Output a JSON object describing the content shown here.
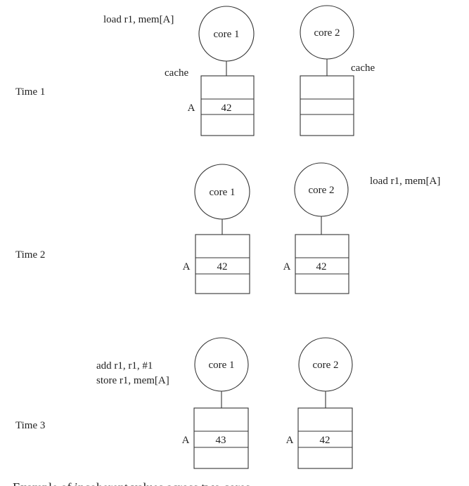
{
  "times": [
    {
      "label": "Time 1",
      "instruction_lines": [
        "load r1, mem[A]"
      ],
      "cores": [
        {
          "name": "core 1",
          "cache_label": "cache",
          "cache_line_label": "A",
          "cache_value": "42"
        },
        {
          "name": "core 2",
          "cache_label": "cache",
          "cache_line_label": "",
          "cache_value": ""
        }
      ]
    },
    {
      "label": "Time 2",
      "instruction_lines": [
        "load r1, mem[A]"
      ],
      "cores": [
        {
          "name": "core 1",
          "cache_label": "",
          "cache_line_label": "A",
          "cache_value": "42"
        },
        {
          "name": "core 2",
          "cache_label": "",
          "cache_line_label": "A",
          "cache_value": "42"
        }
      ]
    },
    {
      "label": "Time 3",
      "instruction_lines": [
        "add r1, r1, #1",
        "store r1, mem[A]"
      ],
      "cores": [
        {
          "name": "core 1",
          "cache_label": "",
          "cache_line_label": "A",
          "cache_value": "43"
        },
        {
          "name": "core 2",
          "cache_label": "",
          "cache_line_label": "A",
          "cache_value": "42"
        }
      ]
    }
  ],
  "caption": "Example of incoherent values across two cores"
}
